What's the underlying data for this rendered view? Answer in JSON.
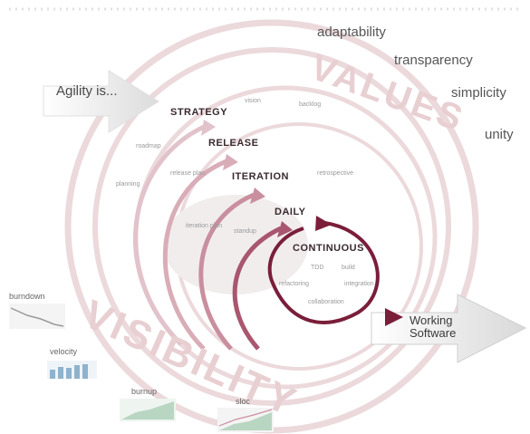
{
  "intro_label": "Agility is...",
  "values_heading": "VALUES",
  "values": {
    "adaptability": "adaptability",
    "transparency": "transparency",
    "simplicity": "simplicity",
    "unity": "unity"
  },
  "visibility_heading": "VISIBILITY",
  "levels": {
    "strategy": "STRATEGY",
    "release": "RELEASE",
    "iteration": "ITERATION",
    "daily": "DAILY",
    "continuous": "CONTINUOUS"
  },
  "outcome": {
    "line1": "Working",
    "line2": "Software"
  },
  "metrics": {
    "burndown": "burndown",
    "velocity": "velocity",
    "burnup": "burnup",
    "sloc": "sloc"
  },
  "practices": [
    "vision",
    "backlog",
    "roadmap",
    "release plan",
    "planning",
    "iteration plan",
    "standup",
    "retrospective",
    "TDD",
    "build",
    "refactoring",
    "integration",
    "collaboration"
  ],
  "colors": {
    "accent": "#7a1e3a",
    "ring": "#e6cfd3",
    "arrow": "#cfa3ae",
    "values_text": "#e8cfd2"
  }
}
